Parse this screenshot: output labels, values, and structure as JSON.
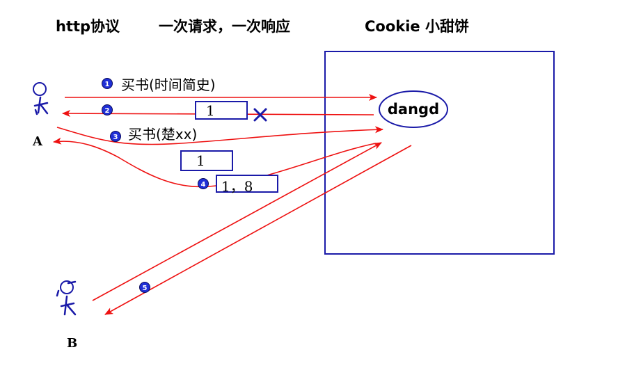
{
  "header": {
    "protocol": "http协议",
    "rule": "一次请求，一次响应",
    "cookie": "Cookie 小甜饼"
  },
  "server": {
    "name": "dangd"
  },
  "clients": {
    "a_label": "A",
    "b_label": "B"
  },
  "messages": {
    "step1": "买书(时间简史)",
    "step3": "买书(楚xx)"
  },
  "boxes": {
    "box1": "1",
    "box2": "1",
    "box3": "1，8"
  },
  "steps": {
    "n1": "1",
    "n2": "2",
    "n3": "3",
    "n4": "4",
    "n5": "5"
  },
  "colors": {
    "arrow": "#ee1111",
    "box": "#1a1aa8",
    "badge": "#1f2fd6"
  }
}
